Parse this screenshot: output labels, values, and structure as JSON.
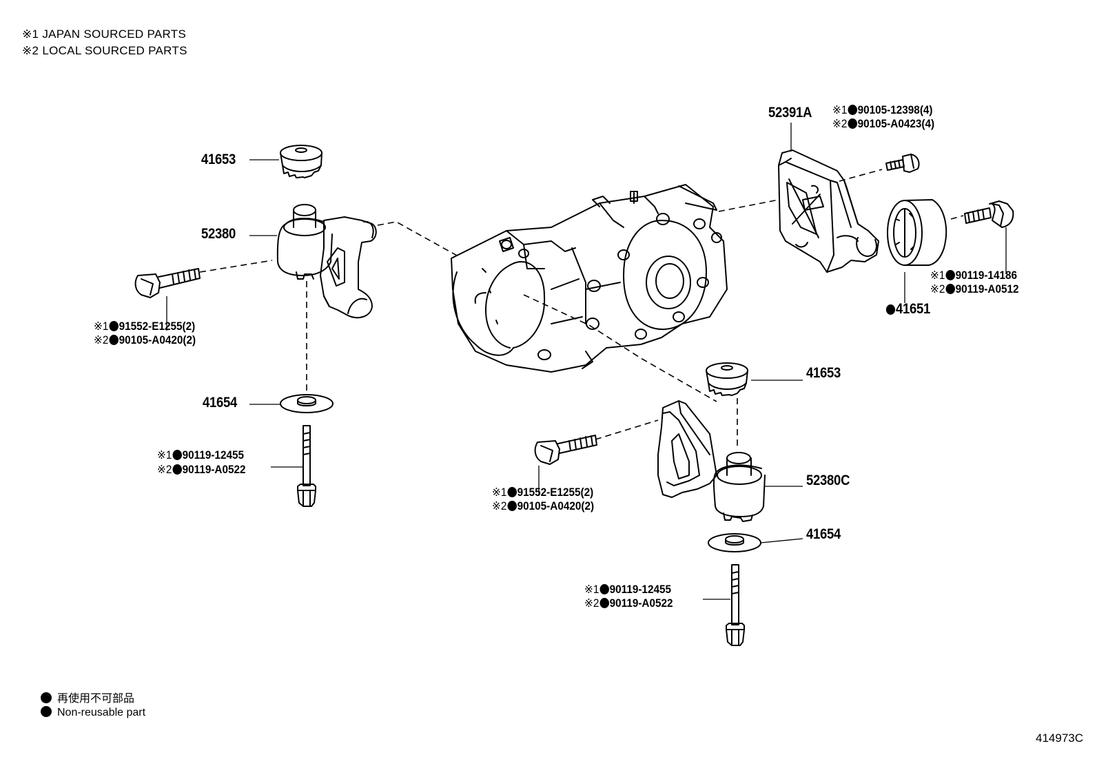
{
  "notes": {
    "japan": "※1 JAPAN SOURCED PARTS",
    "local": "※2 LOCAL SOURCED PARTS"
  },
  "parts": {
    "p41653_top": "41653",
    "p52380": "52380",
    "p41654_left": "41654",
    "p52391A": "52391A",
    "p41651": "41651",
    "p41653_right": "41653",
    "p52380C": "52380C",
    "p41654_right": "41654"
  },
  "part_groups": {
    "left_bolt": {
      "j": "91552-E1255(2)",
      "l": "90105-A0420(2)"
    },
    "left_lower_bolt": {
      "j": "90119-12455",
      "l": "90119-A0522"
    },
    "top_bracket_bolt": {
      "j": "90105-12398(4)",
      "l": "90105-A0423(4)"
    },
    "right_bolt": {
      "j": "90119-14186",
      "l": "90119-A0512"
    },
    "center_bolt": {
      "j": "91552-E1255(2)",
      "l": "90105-A0420(2)"
    },
    "right_lower_bolt": {
      "j": "90119-12455",
      "l": "90119-A0522"
    }
  },
  "markers": {
    "m1": "※1",
    "m2": "※2"
  },
  "legend": {
    "jp": "再使用不可部品",
    "en": "Non-reusable part"
  },
  "figure_id": "414973C",
  "icon": "filled-circle-icon"
}
